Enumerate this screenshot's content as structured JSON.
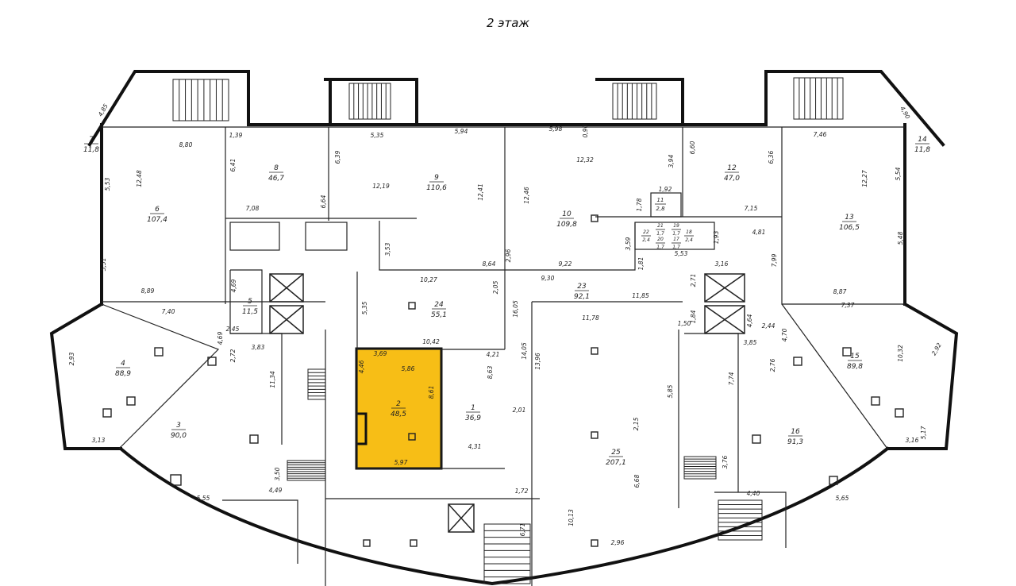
{
  "plan": {
    "title": "2 этаж",
    "highlight_color": "#F7BE16",
    "rooms": [
      {
        "id": "7",
        "label": "7",
        "area": "11,8"
      },
      {
        "id": "6",
        "label": "6",
        "area": "107,4"
      },
      {
        "id": "8",
        "label": "8",
        "area": "46,7"
      },
      {
        "id": "9",
        "label": "9",
        "area": "110,6"
      },
      {
        "id": "10",
        "label": "10",
        "area": "109,8"
      },
      {
        "id": "11",
        "label": "11",
        "area": "2,8"
      },
      {
        "id": "12",
        "label": "12",
        "area": "47,0"
      },
      {
        "id": "13",
        "label": "13",
        "area": "106,5"
      },
      {
        "id": "14",
        "label": "14",
        "area": "11,8"
      },
      {
        "id": "5",
        "label": "5",
        "area": "11,5"
      },
      {
        "id": "4",
        "label": "4",
        "area": "88,9"
      },
      {
        "id": "3",
        "label": "3",
        "area": "90,0"
      },
      {
        "id": "24",
        "label": "24",
        "area": "55,1"
      },
      {
        "id": "2",
        "label": "2",
        "area": "48,5",
        "highlighted": true
      },
      {
        "id": "1",
        "label": "1",
        "area": "36,9"
      },
      {
        "id": "23",
        "label": "23",
        "area": "92,1"
      },
      {
        "id": "25",
        "label": "25",
        "area": "207,1"
      },
      {
        "id": "15",
        "label": "15",
        "area": "89,8"
      },
      {
        "id": "16",
        "label": "16",
        "area": "91,3"
      },
      {
        "id": "22",
        "label": "22",
        "area": "2,4"
      },
      {
        "id": "21",
        "label": "21",
        "area": "1,7"
      },
      {
        "id": "20",
        "label": "20",
        "area": "1,7"
      },
      {
        "id": "19",
        "label": "19",
        "area": "1,7"
      },
      {
        "id": "18",
        "label": "18",
        "area": "2,4"
      },
      {
        "id": "17",
        "label": "17",
        "area": "1,7"
      }
    ],
    "dimensions": [
      "4,85",
      "8,80",
      "1,39",
      "5,35",
      "5,94",
      "5,98",
      "0,90",
      "6,60",
      "7,46",
      "4,90",
      "12,48",
      "5,53",
      "6,41",
      "6,39",
      "12,19",
      "12,41",
      "12,46",
      "12,32",
      "3,94",
      "6,36",
      "12,27",
      "5,54",
      "7,08",
      "6,64",
      "1,92",
      "1,78",
      "7,15",
      "5,51",
      "3,53",
      "8,64",
      "2,96",
      "9,22",
      "3,59",
      "1,81",
      "5,53",
      "1,93",
      "4,81",
      "7,99",
      "5,48",
      "8,89",
      "4,69",
      "10,27",
      "2,05",
      "9,30",
      "11,85",
      "2,71",
      "3,16",
      "8,87",
      "7,40",
      "2,45",
      "5,35",
      "16,05",
      "11,78",
      "1,84",
      "1,50",
      "4,64",
      "2,44",
      "7,37",
      "2,93",
      "4,69",
      "2,72",
      "3,83",
      "3,69",
      "10,42",
      "4,21",
      "14,05",
      "3,85",
      "4,70",
      "2,92",
      "4,46",
      "5,86",
      "8,63",
      "13,96",
      "10,32",
      "11,34",
      "8,61",
      "2,01",
      "2,76",
      "7,74",
      "5,17",
      "5,85",
      "3,13",
      "4,31",
      "2,15",
      "3,16",
      "5,97",
      "3,50",
      "4,49",
      "5,55",
      "1,72",
      "6,71",
      "6,68",
      "10,13",
      "2,96",
      "3,76",
      "4,40",
      "5,65"
    ]
  }
}
